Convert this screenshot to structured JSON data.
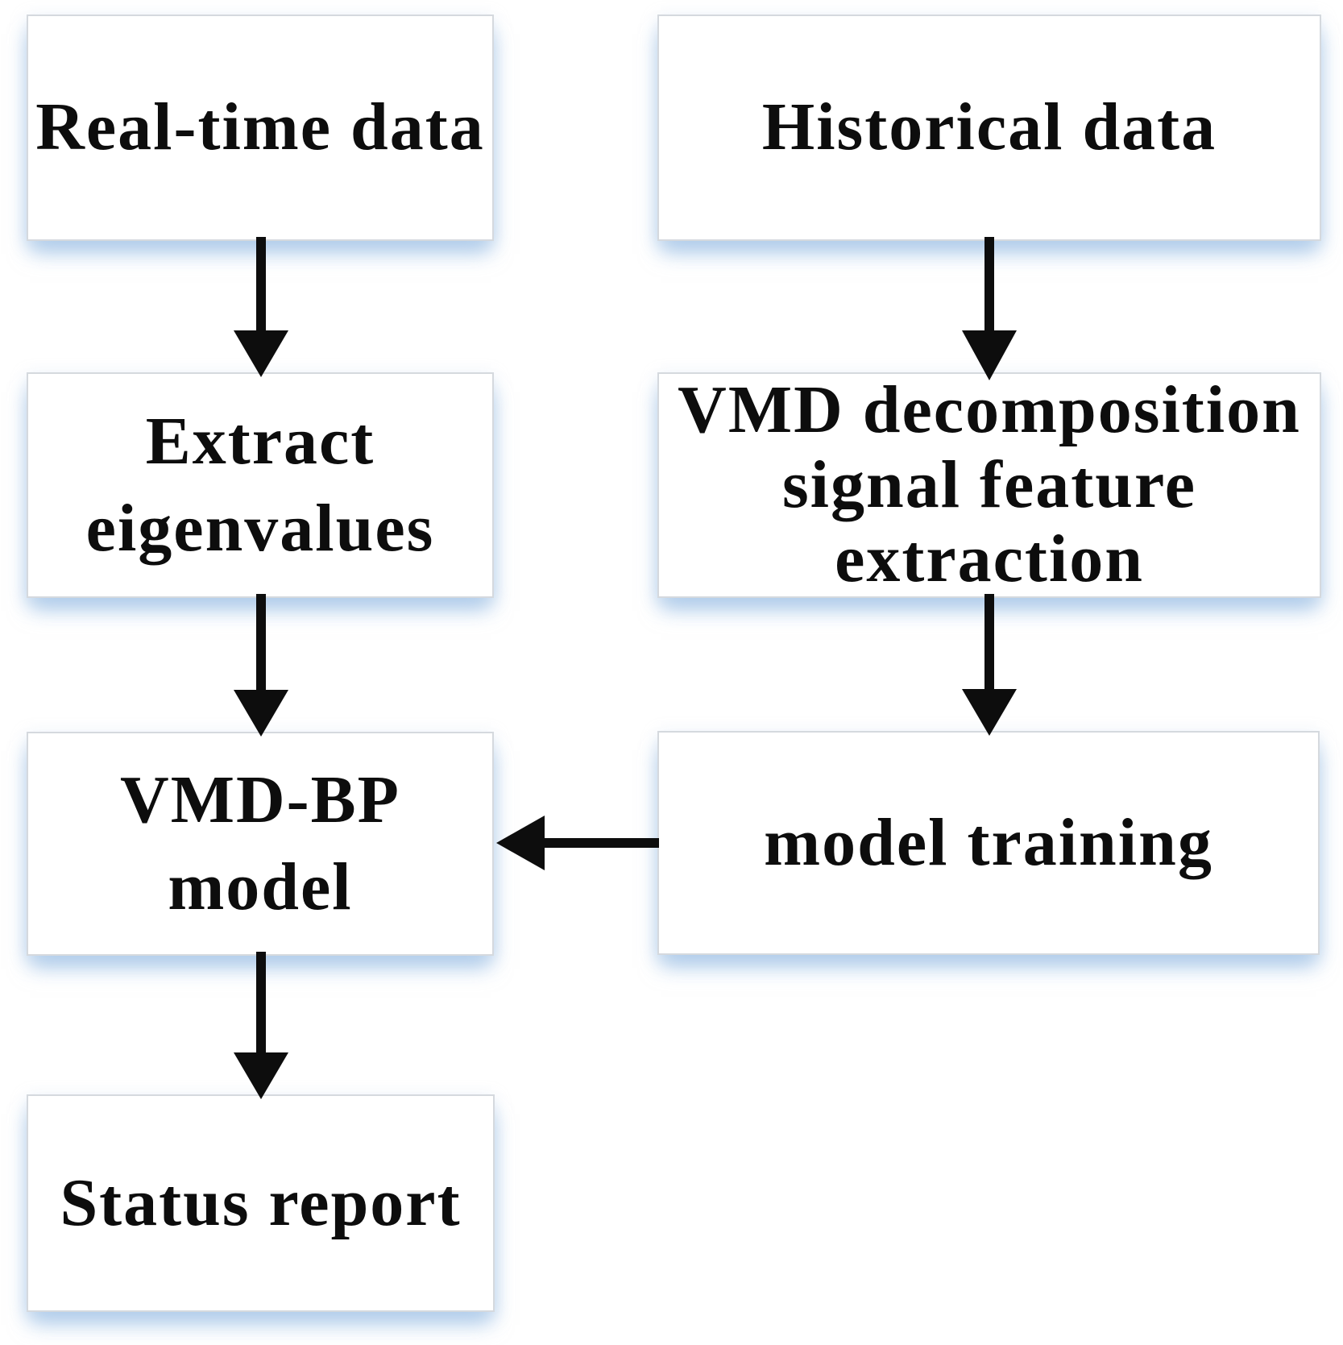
{
  "figure": {
    "type": "flowchart",
    "background_color": "#ffffff",
    "node_fill_color": "#ffffff",
    "node_border_color": "#d5d9de",
    "node_shadow_color": "#cfe0f2",
    "arrow_color": "#0d0d0d",
    "text_color": "#0d0d0d"
  },
  "nodes": {
    "real_time": {
      "label": "Real-time data"
    },
    "historical": {
      "label": "Historical data"
    },
    "extract": {
      "label": "Extract\neigenvalues"
    },
    "vmd_decomposition": {
      "label": "VMD decomposition\nsignal feature\nextraction"
    },
    "vmd_bp": {
      "label": "VMD-BP\nmodel"
    },
    "model_training": {
      "label": "model training"
    },
    "status": {
      "label": "Status report"
    }
  },
  "edges": [
    {
      "from": "Real-time data",
      "to": "Extract eigenvalues",
      "direction": "down"
    },
    {
      "from": "Historical data",
      "to": "VMD decomposition signal feature extraction",
      "direction": "down"
    },
    {
      "from": "Extract eigenvalues",
      "to": "VMD-BP model",
      "direction": "down"
    },
    {
      "from": "VMD decomposition signal feature extraction",
      "to": "model training",
      "direction": "down"
    },
    {
      "from": "model training",
      "to": "VMD-BP model",
      "direction": "left"
    },
    {
      "from": "VMD-BP model",
      "to": "Status report",
      "direction": "down"
    }
  ]
}
